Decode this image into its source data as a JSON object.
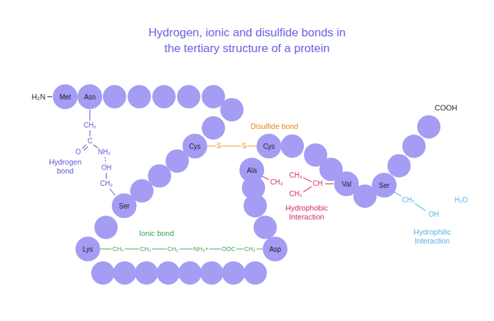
{
  "diagram": {
    "title": "Hydrogen, ionic and disulfide bonds in the tertiary structure of a protein",
    "nodes": [
      {
        "text": [
          "Met"
        ]
      },
      {
        "text": [
          "Asn"
        ]
      },
      {
        "text": [
          "Cys"
        ]
      },
      {
        "text": [
          "Cys"
        ]
      },
      {
        "text": [
          "Ala"
        ]
      },
      {
        "text": [
          "Val"
        ]
      },
      {
        "text": [
          "Ser"
        ]
      },
      {
        "text": [
          "Ser"
        ]
      },
      {
        "text": [
          "Lys"
        ]
      },
      {
        "text": [
          "Asp"
        ]
      }
    ],
    "edges": [
      {
        "from": 2,
        "to": 3,
        "arrow": "none"
      },
      {
        "from": 8,
        "to": 9,
        "arrow": "none"
      }
    ],
    "labels": [
      "H₂N",
      "COOH",
      "CH₂",
      "C",
      "O",
      "NH₂",
      "OH",
      "CH₂",
      "Hydrogen bond",
      "Disulfide bond",
      "S",
      "S",
      "Hydrophobic Interaction",
      "CH₃",
      "CH₃",
      "CH",
      "CH₃",
      "Ionic bond",
      "CH₂",
      "CH₂",
      "CH₂",
      "NH₃+",
      "OOC",
      "CH₂",
      "Hydrophilic Interaction",
      "CH₂",
      "OH",
      "H₂O"
    ]
  }
}
